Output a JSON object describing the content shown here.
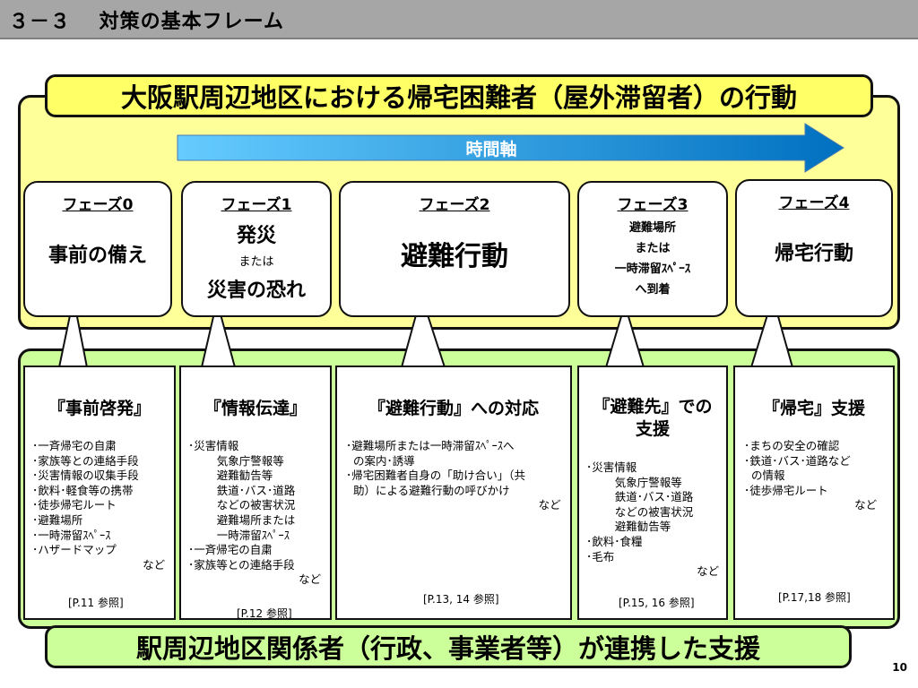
{
  "header": {
    "title": "３－３　 対策の基本フレーム"
  },
  "top_banner": "大阪駅周辺地区における帰宅困難者（屋外滞留者）の行動",
  "time_axis": "時間軸",
  "phases": [
    {
      "title": "フェーズ0",
      "main": "事前の備え"
    },
    {
      "title": "フェーズ1",
      "line1": "発災",
      "line2": "または",
      "line3": "災害の恐れ"
    },
    {
      "title": "フェーズ2",
      "main": "避難行動"
    },
    {
      "title": "フェーズ3",
      "line1": "避難場所",
      "line2": "または",
      "line3": "一時滞留ｽﾍﾟｰｽ",
      "line4": "へ到着"
    },
    {
      "title": "フェーズ4",
      "main": "帰宅行動"
    }
  ],
  "boxes": [
    {
      "title": "『事前啓発』",
      "text": "･一斉帰宅の自粛\n･家族等との連絡手段\n･災害情報の収集手段\n･飲料･軽食等の携帯\n･徒歩帰宅ルート\n･避難場所\n･一時滞留ｽﾍﾟｰｽ\n･ハザードマップ\n                               など",
      "ref": "[P.11 参照]"
    },
    {
      "title": "『情報伝達』",
      "text": "･災害情報\n        気象庁警報等\n        避難勧告等\n        鉄道･バス･道路\n        などの被害状況\n        避難場所または\n        一時滞留ｽﾍﾟｰｽ\n･一斉帰宅の自粛\n･家族等との連絡手段\n                               など",
      "ref": "[P.12 参照]"
    },
    {
      "title": "『避難行動』への対応",
      "text": "･避難場所または一時滞留ｽﾍﾟｰｽへ\n  の案内･誘導\n･帰宅困難者自身の「助け合い」（共\n  助）による避難行動の呼びかけ\n                                                      など",
      "ref": "[P.13, 14 参照]"
    },
    {
      "title1": "『避難先』での",
      "title2": "支援",
      "text": "･災害情報\n        気象庁警報等\n        鉄道･バス･道路\n        などの被害状況\n        避難勧告等\n･飲料･食糧\n･毛布\n                               など",
      "ref": "[P.15, 16 参照]"
    },
    {
      "title": "『帰宅』支援",
      "text": "･まちの安全の確認\n･鉄道･バス･道路など\n  の情報\n･徒歩帰宅ルート\n                               など",
      "ref": "[P.17,18 参照]"
    }
  ],
  "bottom_banner": "駅周辺地区関係者（行政、事業者等）が連携した支援",
  "page_number": "10",
  "colors": {
    "header_bg": "#a6a6a6",
    "phase_panel": "#ffff99",
    "banner": "#ffff66",
    "support_panel": "#ccff99",
    "arrow_start": "#66ccff",
    "arrow_end": "#0070c0"
  }
}
